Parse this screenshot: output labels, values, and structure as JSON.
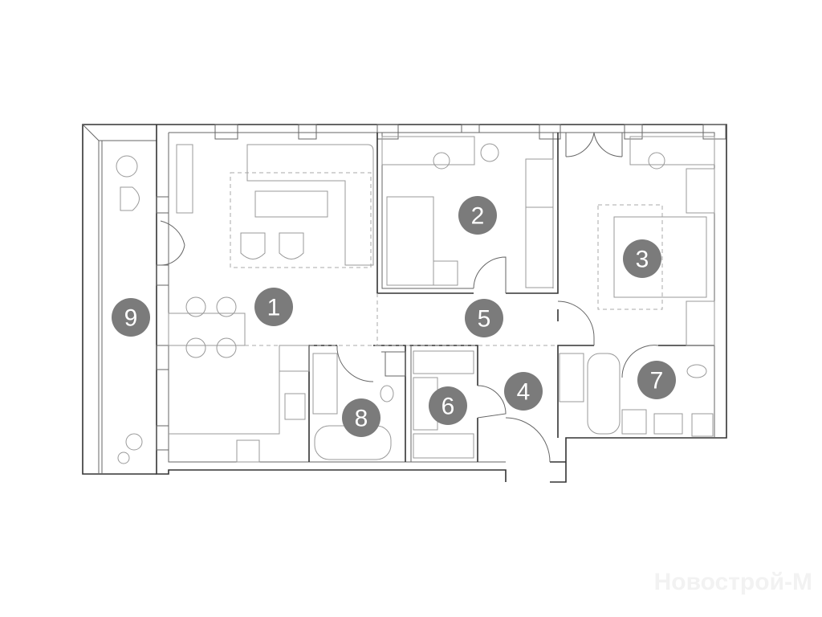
{
  "plan": {
    "rooms": [
      {
        "number": "1",
        "role": "living-kitchen"
      },
      {
        "number": "2",
        "role": "bedroom"
      },
      {
        "number": "3",
        "role": "bedroom"
      },
      {
        "number": "4",
        "role": "hall"
      },
      {
        "number": "5",
        "role": "corridor"
      },
      {
        "number": "6",
        "role": "wardrobe"
      },
      {
        "number": "7",
        "role": "bathroom"
      },
      {
        "number": "8",
        "role": "bathroom"
      },
      {
        "number": "9",
        "role": "balcony"
      }
    ],
    "badge_color": "#7b7b7b"
  },
  "watermark": "Новострой-М"
}
